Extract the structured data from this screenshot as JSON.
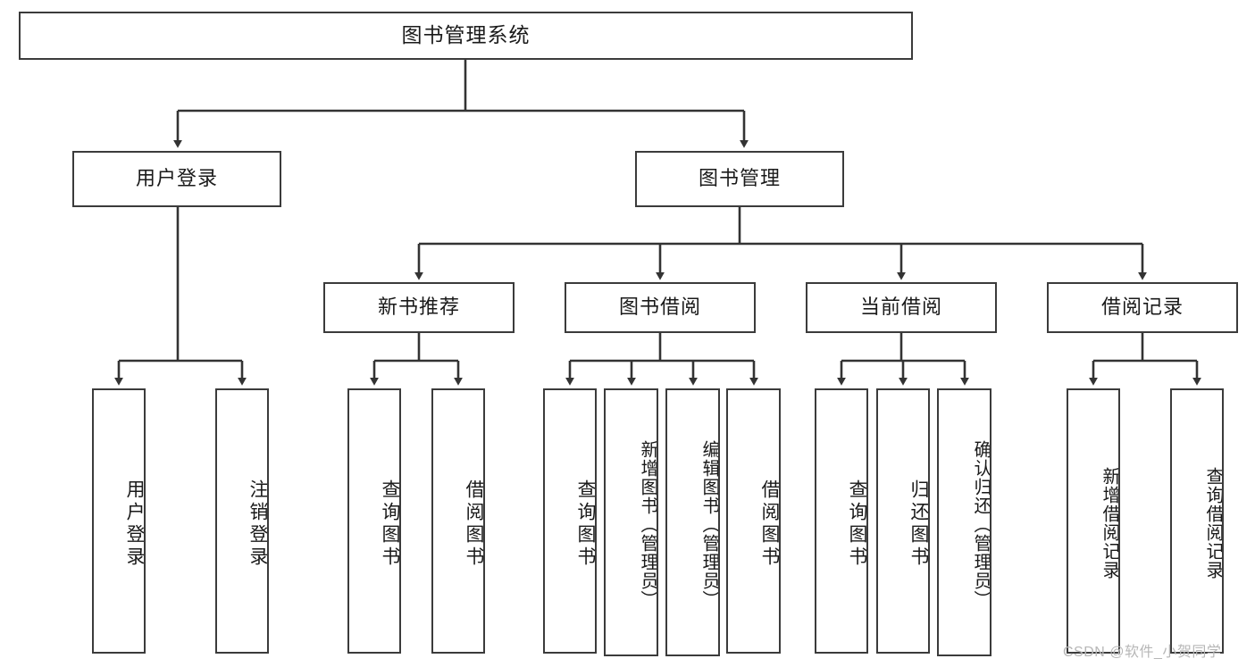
{
  "diagram": {
    "type": "tree-hierarchy-chart",
    "title": "图书管理系统",
    "colors": {
      "box_border": "#3b3b3b",
      "box_fill": "#ffffff",
      "edge": "#333333",
      "text": "#1a1a1a",
      "watermark": "#b7b7b7",
      "background": "#ffffff"
    },
    "levels": {
      "level1": [
        "图书管理系统"
      ],
      "level2": [
        "用户登录",
        "图书管理"
      ],
      "level3": [
        "新书推荐",
        "图书借阅",
        "当前借阅",
        "借阅记录"
      ],
      "level4": [
        "用户登录",
        "注销登录",
        "查询图书",
        "借阅图书",
        "查询图书",
        "新增图书（管理员）",
        "编辑图书（管理员）",
        "借阅图书",
        "查询图书",
        "归还图书",
        "确认归还（管理员）",
        "新增借阅记录",
        "查询借阅记录"
      ]
    },
    "root": {
      "label": "图书管理系统"
    },
    "branches": [
      {
        "label": "用户登录",
        "children": [
          {
            "label": "用户登录"
          },
          {
            "label": "注销登录"
          }
        ]
      },
      {
        "label": "图书管理",
        "children": [
          {
            "label": "新书推荐",
            "children": [
              {
                "label": "查询图书"
              },
              {
                "label": "借阅图书"
              }
            ]
          },
          {
            "label": "图书借阅",
            "children": [
              {
                "label": "查询图书"
              },
              {
                "label": "新增图书（管理员）"
              },
              {
                "label": "编辑图书（管理员）"
              },
              {
                "label": "借阅图书"
              }
            ]
          },
          {
            "label": "当前借阅",
            "children": [
              {
                "label": "查询图书"
              },
              {
                "label": "归还图书"
              },
              {
                "label": "确认归还（管理员）"
              }
            ]
          },
          {
            "label": "借阅记录",
            "children": [
              {
                "label": "新增借阅记录"
              },
              {
                "label": "查询借阅记录"
              }
            ]
          }
        ]
      }
    ]
  },
  "watermark": {
    "text": "CSDN @软件_小贺同学"
  }
}
